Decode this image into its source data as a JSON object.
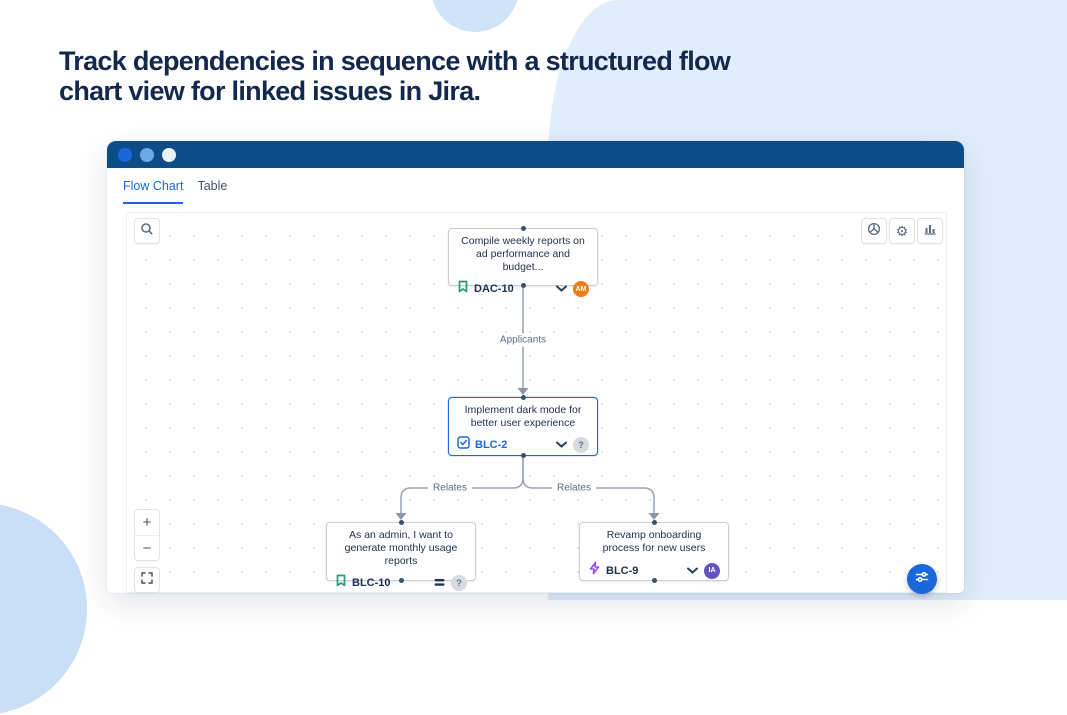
{
  "hero": {
    "headline_line1": "Track dependencies in sequence with a structured flow",
    "headline_line2": "chart view for linked issues in Jira."
  },
  "window": {
    "tabs": [
      {
        "label": "Flow Chart",
        "active": true
      },
      {
        "label": "Table",
        "active": false
      }
    ]
  },
  "toolbar": {
    "icons": [
      "graph-view-icon",
      "settings-gear-icon",
      "bar-chart-icon"
    ],
    "search_icon": "magnifier-icon"
  },
  "flow": {
    "nodes": {
      "dac10": {
        "key": "DAC-10",
        "title": "Compile weekly reports on ad performance and budget...",
        "type_icon": "story-bookmark-icon",
        "avatar": "AM"
      },
      "blc2": {
        "key": "BLC-2",
        "title": "Implement dark mode for better user experience",
        "type_icon": "task-checkbox-icon",
        "assignee_badge": "?"
      },
      "blc10": {
        "key": "BLC-10",
        "title": "As an admin, I want to generate monthly usage reports",
        "type_icon": "story-bookmark-icon",
        "priority_icon": "medium-priority-icon",
        "assignee_badge": "?"
      },
      "blc9": {
        "key": "BLC-9",
        "title": "Revamp onboarding process for new users",
        "type_icon": "epic-lightning-icon",
        "avatar": "IA"
      }
    },
    "edges": {
      "top": "Applicants",
      "left": "Relates",
      "right": "Relates"
    }
  },
  "controls": {
    "zoom_in": "+",
    "zoom_out": "−"
  },
  "colors": {
    "accent_blue": "#1868DB",
    "titlebar_blue": "#0C4D87",
    "headline_navy": "#12284C",
    "light_blue_bg": "#E1EDFB",
    "story_green": "#22A06B",
    "epic_purple": "#944DE7",
    "avatar_orange": "#EE7D16",
    "avatar_purple": "#6454C0",
    "edge_gray": "#99A3B2"
  }
}
